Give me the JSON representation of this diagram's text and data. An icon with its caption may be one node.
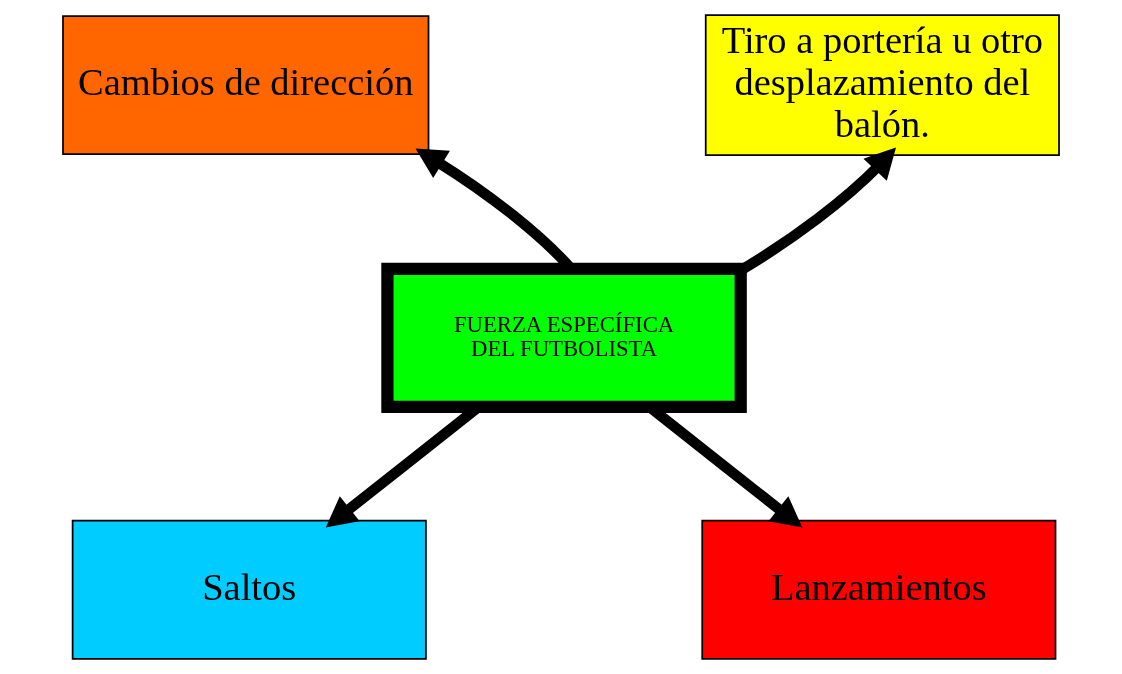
{
  "diagram": {
    "nodes": [
      {
        "text": [
          "Cambios de dirección"
        ]
      },
      {
        "text": [
          "Tiro a portería u otro desplazamiento del balón."
        ]
      },
      {
        "text": [
          "FUERZA ESPECÍFICA DEL FUTBOLISTA"
        ]
      },
      {
        "text": [
          "Saltos"
        ]
      },
      {
        "text": [
          "Lanzamientos"
        ]
      }
    ],
    "edges": [
      {
        "from": 2,
        "to": 0,
        "arrow": "to"
      },
      {
        "from": 2,
        "to": 1,
        "arrow": "to"
      },
      {
        "from": 2,
        "to": 3,
        "arrow": "to"
      },
      {
        "from": 2,
        "to": 4,
        "arrow": "to"
      }
    ]
  }
}
